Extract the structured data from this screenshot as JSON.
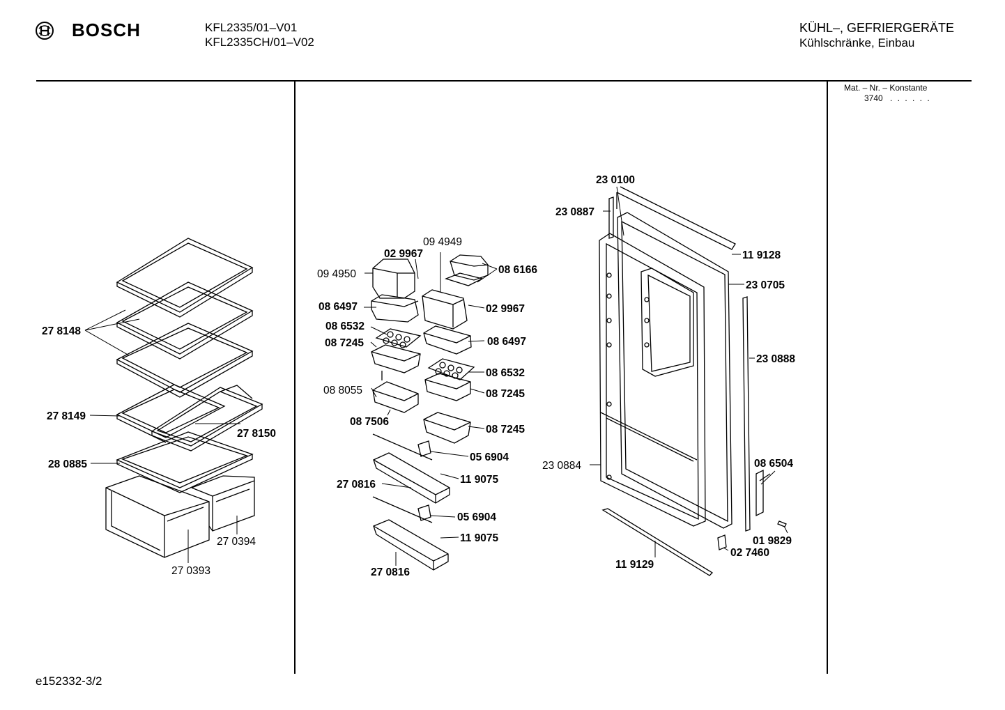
{
  "header": {
    "brand": "BOSCH",
    "models": [
      "KFL2335/01–V01",
      "KFL2335CH/01–V02"
    ],
    "category": "KÜHL–, GEFRIERGERÄTE",
    "subcategory": "Kühlschränke, Einbau"
  },
  "material": {
    "label": "Mat. – Nr. – Konstante",
    "value": "3740",
    "dots": ". . . . . ."
  },
  "footer": {
    "code": "e152332-3/2"
  },
  "parts": {
    "p_278148": "27 8148",
    "p_278149": "27 8149",
    "p_278150": "27 8150",
    "p_280885": "28 0885",
    "p_270394": "27 0394",
    "p_270393": "27 0393",
    "p_094949": "09 4949",
    "p_029967a": "02 9967",
    "p_094950": "09 4950",
    "p_086166": "08 6166",
    "p_086497a": "08 6497",
    "p_029967b": "02 9967",
    "p_086532a": "08 6532",
    "p_087245a": "08 7245",
    "p_086497b": "08 6497",
    "p_086532b": "08 6532",
    "p_088055": "08 8055",
    "p_087245b": "08 7245",
    "p_087506": "08 7506",
    "p_087245c": "08 7245",
    "p_056904a": "05 6904",
    "p_119075a": "11 9075",
    "p_270816a": "27 0816",
    "p_056904b": "05 6904",
    "p_119075b": "11 9075",
    "p_270816b": "27 0816",
    "p_230100": "23 0100",
    "p_230887": "23 0887",
    "p_119128": "11 9128",
    "p_230705": "23 0705",
    "p_230888": "23 0888",
    "p_230884": "23 0884",
    "p_086504": "08 6504",
    "p_019829": "01 9829",
    "p_027460": "02 7460",
    "p_119129": "11 9129"
  }
}
